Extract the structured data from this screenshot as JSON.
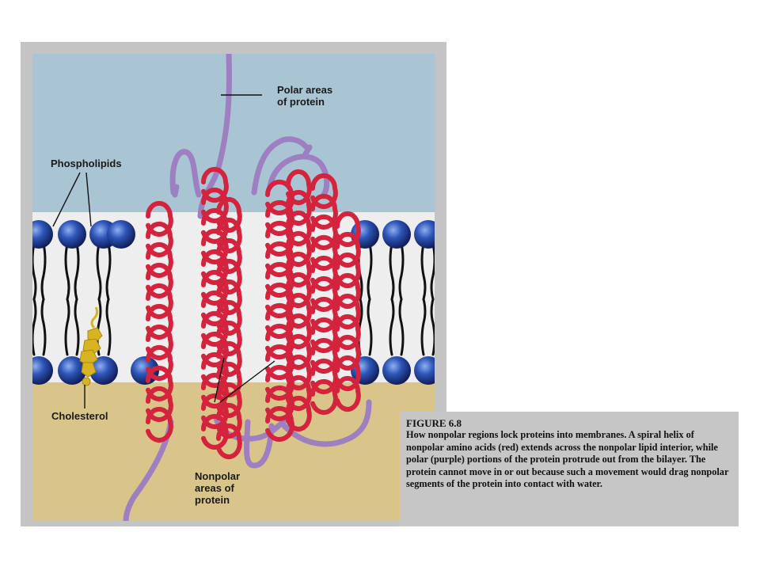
{
  "labels": {
    "phospholipids": "Phospholipids",
    "cholesterol": "Cholesterol",
    "polar_areas": "Polar areas\nof protein",
    "nonpolar_areas": "Nonpolar\nareas of\nprotein"
  },
  "caption": {
    "title": "FIGURE 6.8",
    "text": "How nonpolar regions lock proteins into membranes. A spiral helix of nonpolar amino acids (red) extends across the nonpolar lipid interior, while polar (purple) portions of the protein protrude out from the bilayer. The protein cannot move in or out because such a movement would drag nonpolar segments of the protein into contact with water."
  },
  "colors": {
    "extracellular": "#a9c4d3",
    "membrane": "#eeeeee",
    "cytoplasm": "#d9c589",
    "phospholipid_head": "#1f3f9a",
    "nonpolar_helix": "#d4233c",
    "polar_segment": "#9e7fc1",
    "cholesterol": "#d8b422"
  }
}
